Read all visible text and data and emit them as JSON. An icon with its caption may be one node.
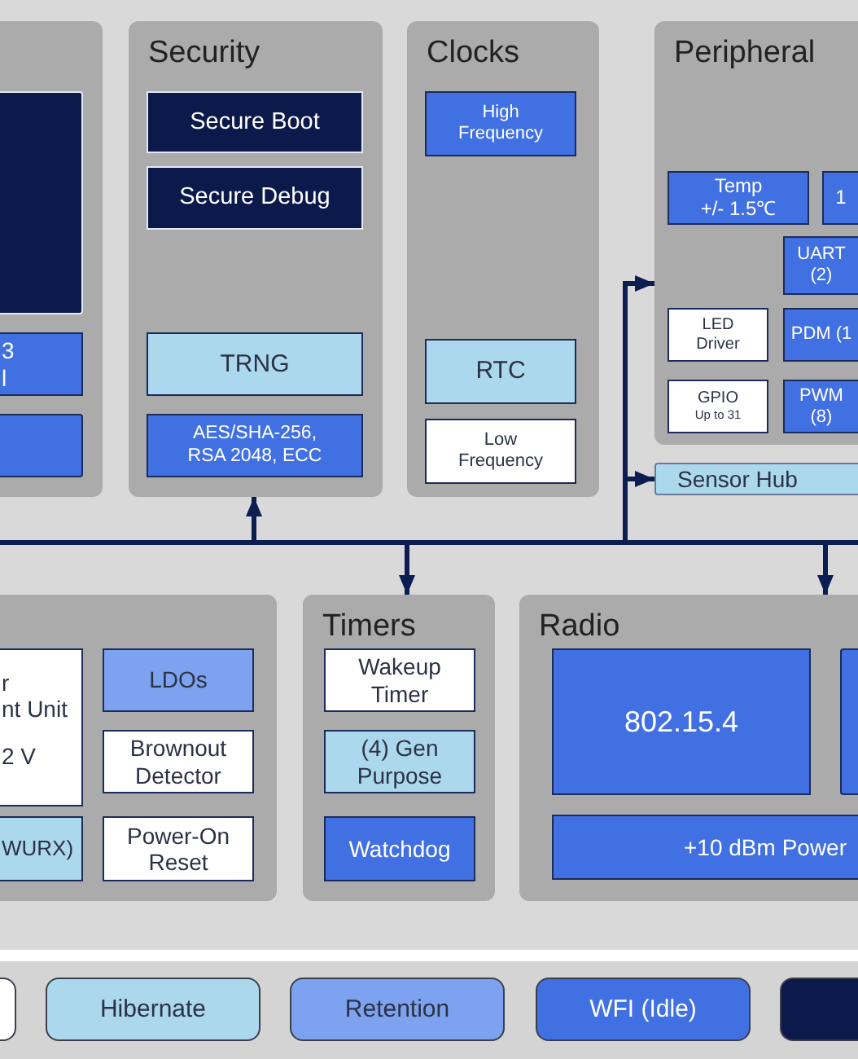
{
  "diagram": {
    "nodes": [
      {
        "text": [],
        "shape": "box"
      },
      {
        "text": [],
        "shape": "box",
        "in": 0
      },
      {
        "text": [
          "3 l"
        ],
        "in": 0
      },
      {
        "text": [],
        "shape": "box",
        "in": 0
      },
      {
        "text": [
          "Security"
        ]
      },
      {
        "text": [
          "Secure Boot"
        ],
        "in": 4
      },
      {
        "text": [
          "Secure Debug"
        ],
        "in": 4
      },
      {
        "text": [
          "TRNG"
        ],
        "in": 4
      },
      {
        "text": [
          "AES/SHA-256, RSA 2048, ECC"
        ],
        "in": 4
      },
      {
        "text": [
          "Clocks"
        ]
      },
      {
        "text": [
          "High Frequency"
        ],
        "in": 9
      },
      {
        "text": [
          "RTC"
        ],
        "in": 9
      },
      {
        "text": [
          "Low Frequency"
        ],
        "in": 9
      },
      {
        "text": [
          "Peripheral"
        ]
      },
      {
        "text": [
          "Temp",
          "+/- 1.5℃"
        ],
        "in": 13
      },
      {
        "text": [
          "1"
        ],
        "in": 13
      },
      {
        "text": [
          "UART (2)"
        ],
        "in": 13
      },
      {
        "text": [
          "LED Driver"
        ],
        "in": 13
      },
      {
        "text": [
          "PDM (1"
        ],
        "in": 13
      },
      {
        "text": [
          "GPIO",
          "Up to 31"
        ],
        "in": 13
      },
      {
        "text": [
          "PWM (8)"
        ],
        "in": 13
      },
      {
        "text": [
          "Sensor Hub"
        ]
      },
      {
        "text": [],
        "shape": "box"
      },
      {
        "text": [
          "r",
          "nt Unit",
          "2 V"
        ],
        "in": 22
      },
      {
        "text": [
          "WURX)"
        ],
        "in": 22
      },
      {
        "text": [
          "LDOs"
        ],
        "in": 22
      },
      {
        "text": [
          "Brownout Detector"
        ],
        "in": 22
      },
      {
        "text": [
          "Power-On Reset"
        ],
        "in": 22
      },
      {
        "text": [
          "Timers"
        ]
      },
      {
        "text": [
          "Wakeup Timer"
        ],
        "in": 28
      },
      {
        "text": [
          "(4) Gen Purpose"
        ],
        "in": 28
      },
      {
        "text": [
          "Watchdog"
        ],
        "in": 28
      },
      {
        "text": [
          "Radio"
        ]
      },
      {
        "text": [
          "802.15.4"
        ],
        "in": 32
      },
      {
        "text": [],
        "shape": "box",
        "in": 32
      },
      {
        "text": [
          "+10 dBm Power"
        ],
        "in": 32
      },
      {
        "text": [],
        "shape": "box"
      },
      {
        "text": [
          "Hibernate"
        ]
      },
      {
        "text": [
          "Retention"
        ]
      },
      {
        "text": [
          "WFI (Idle)"
        ]
      },
      {
        "text": [],
        "shape": "box"
      }
    ],
    "edges": [
      {
        "from": null,
        "to": 4,
        "arrow": "to"
      },
      {
        "from": null,
        "to": 13,
        "arrow": "to"
      },
      {
        "from": null,
        "to": 21,
        "arrow": "to"
      },
      {
        "from": null,
        "to": 28,
        "arrow": "to"
      },
      {
        "from": null,
        "to": 32,
        "arrow": "to"
      }
    ]
  }
}
